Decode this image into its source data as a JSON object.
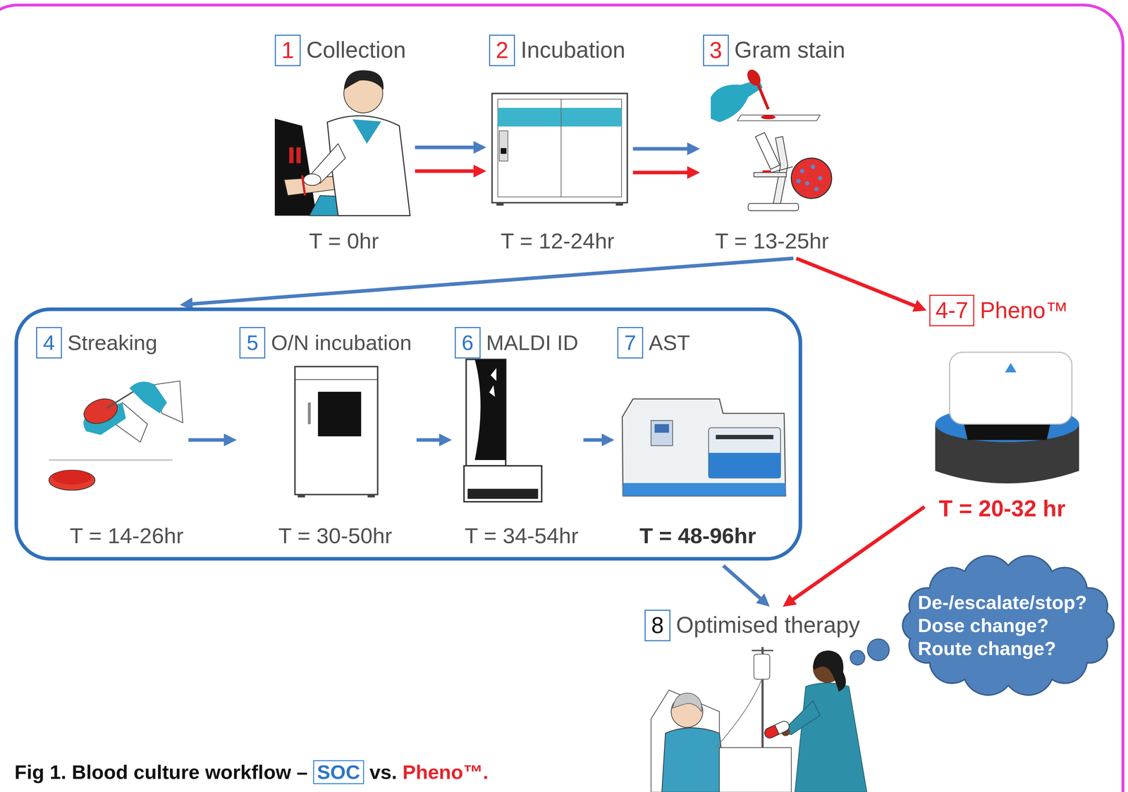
{
  "diagram": {
    "caption": "Fig 1. Blood culture workflow – SOC vs. Pheno™.",
    "nodes": [
      {
        "text": [
          "1",
          "Collection",
          "T = 0hr"
        ]
      },
      {
        "text": [
          "2",
          "Incubation",
          "T = 12-24hr"
        ]
      },
      {
        "text": [
          "3",
          "Gram stain",
          "T = 13-25hr"
        ]
      },
      {
        "text": []
      },
      {
        "text": [
          "4",
          "Streaking",
          "T = 14-26hr"
        ],
        "in": 3
      },
      {
        "text": [
          "5",
          "O/N incubation",
          "T = 30-50hr"
        ],
        "in": 3
      },
      {
        "text": [
          "6",
          "MALDI ID",
          "T = 34-54hr"
        ],
        "in": 3
      },
      {
        "text": [
          "7",
          "AST",
          "T = 48-96hr"
        ],
        "in": 3
      },
      {
        "text": [
          "4-7",
          "Pheno™",
          "T = 20-32 hr"
        ]
      },
      {
        "text": [
          "8",
          "Optimised therapy"
        ]
      },
      {
        "text": [
          "De-/escalate/stop? Dose change? Route change?"
        ]
      }
    ],
    "edges": [
      {
        "from": 0,
        "to": 1,
        "arrow": "to"
      },
      {
        "from": 0,
        "to": 1,
        "arrow": "to"
      },
      {
        "from": 1,
        "to": 2,
        "arrow": "to"
      },
      {
        "from": 1,
        "to": 2,
        "arrow": "to"
      },
      {
        "from": 2,
        "to": 3,
        "arrow": "to"
      },
      {
        "from": 2,
        "to": 8,
        "arrow": "to"
      },
      {
        "from": 4,
        "to": 5,
        "arrow": "to"
      },
      {
        "from": 5,
        "to": 6,
        "arrow": "to"
      },
      {
        "from": 6,
        "to": 7,
        "arrow": "to"
      },
      {
        "from": 3,
        "to": 9,
        "arrow": "to"
      },
      {
        "from": 8,
        "to": 9,
        "arrow": "to"
      }
    ]
  }
}
